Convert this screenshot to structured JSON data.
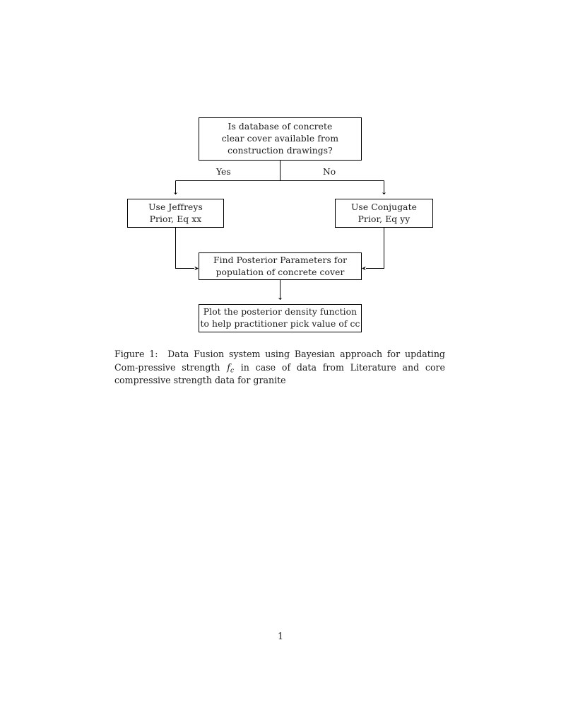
{
  "document": {
    "page_number": "1"
  },
  "figure": {
    "caption_prefix": "Figure 1:",
    "caption_part1": "Data Fusion system using Bayesian approach for updating Com-pressive strength",
    "caption_math_base": "f",
    "caption_math_sub": "c",
    "caption_part2": "in case of data from Literature and core compressive strength data for granite",
    "caption_full": "Figure 1: Data Fusion system using Bayesian approach for updating Compressive strength f_c in case of data from Literature and core compressive strength data for granite"
  },
  "flowchart": {
    "type": "flowchart",
    "nodes": [
      {
        "id": "decision",
        "shape": "rectangle",
        "lines": [
          "Is database of concrete",
          "clear cover available from",
          "construction drawings?"
        ]
      },
      {
        "id": "jeffreys",
        "shape": "rectangle",
        "lines": [
          "Use Jeffreys",
          "Prior, Eq xx"
        ]
      },
      {
        "id": "conjugate",
        "shape": "rectangle",
        "lines": [
          "Use Conjugate",
          "Prior, Eq yy"
        ]
      },
      {
        "id": "posterior",
        "shape": "rectangle",
        "lines": [
          "Find Posterior Parameters for",
          "population of concrete cover"
        ]
      },
      {
        "id": "plot",
        "shape": "rectangle",
        "lines": [
          "Plot the posterior density function",
          "to help practitioner pick value of cc"
        ]
      }
    ],
    "edges": [
      {
        "from": "decision",
        "to": "jeffreys",
        "label": "Yes"
      },
      {
        "from": "decision",
        "to": "conjugate",
        "label": "No"
      },
      {
        "from": "jeffreys",
        "to": "posterior",
        "label": ""
      },
      {
        "from": "conjugate",
        "to": "posterior",
        "label": ""
      },
      {
        "from": "posterior",
        "to": "plot",
        "label": ""
      }
    ],
    "labels": {
      "yes": "Yes",
      "no": "No"
    },
    "colors": {
      "stroke": "#000000",
      "text": "#1a1a1a",
      "background": "#ffffff"
    }
  }
}
